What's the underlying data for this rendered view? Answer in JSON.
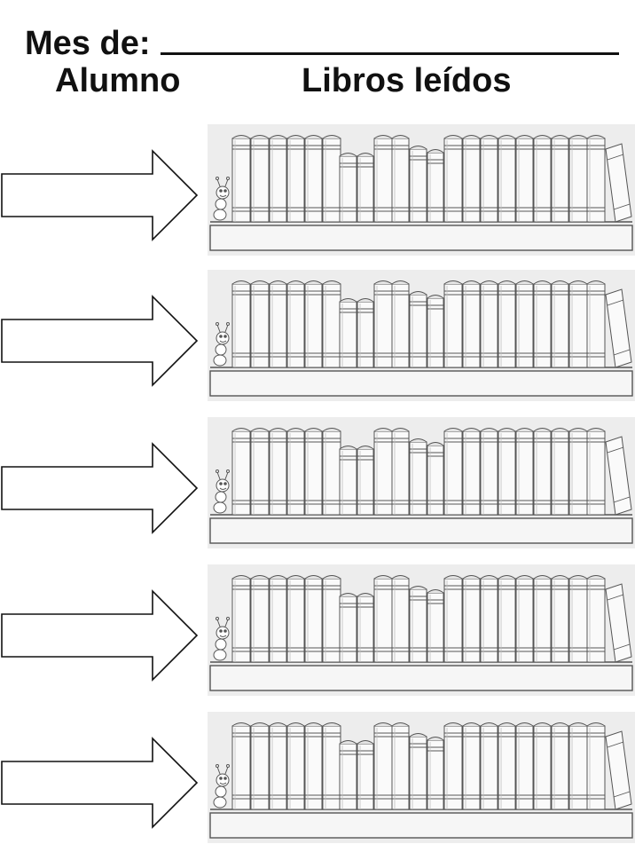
{
  "header": {
    "month_label": "Mes de:",
    "student_column": "Alumno",
    "books_column": "Libros leídos"
  },
  "rows": [
    {
      "arrow_icon": "arrow-right-icon",
      "shelf_icon": "bookshelf-icon"
    },
    {
      "arrow_icon": "arrow-right-icon",
      "shelf_icon": "bookshelf-icon"
    },
    {
      "arrow_icon": "arrow-right-icon",
      "shelf_icon": "bookshelf-icon"
    },
    {
      "arrow_icon": "arrow-right-icon",
      "shelf_icon": "bookshelf-icon"
    },
    {
      "arrow_icon": "arrow-right-icon",
      "shelf_icon": "bookshelf-icon"
    }
  ],
  "colors": {
    "ink": "#111111",
    "book_outline": "#555555",
    "shelf_background": "#ededed"
  }
}
